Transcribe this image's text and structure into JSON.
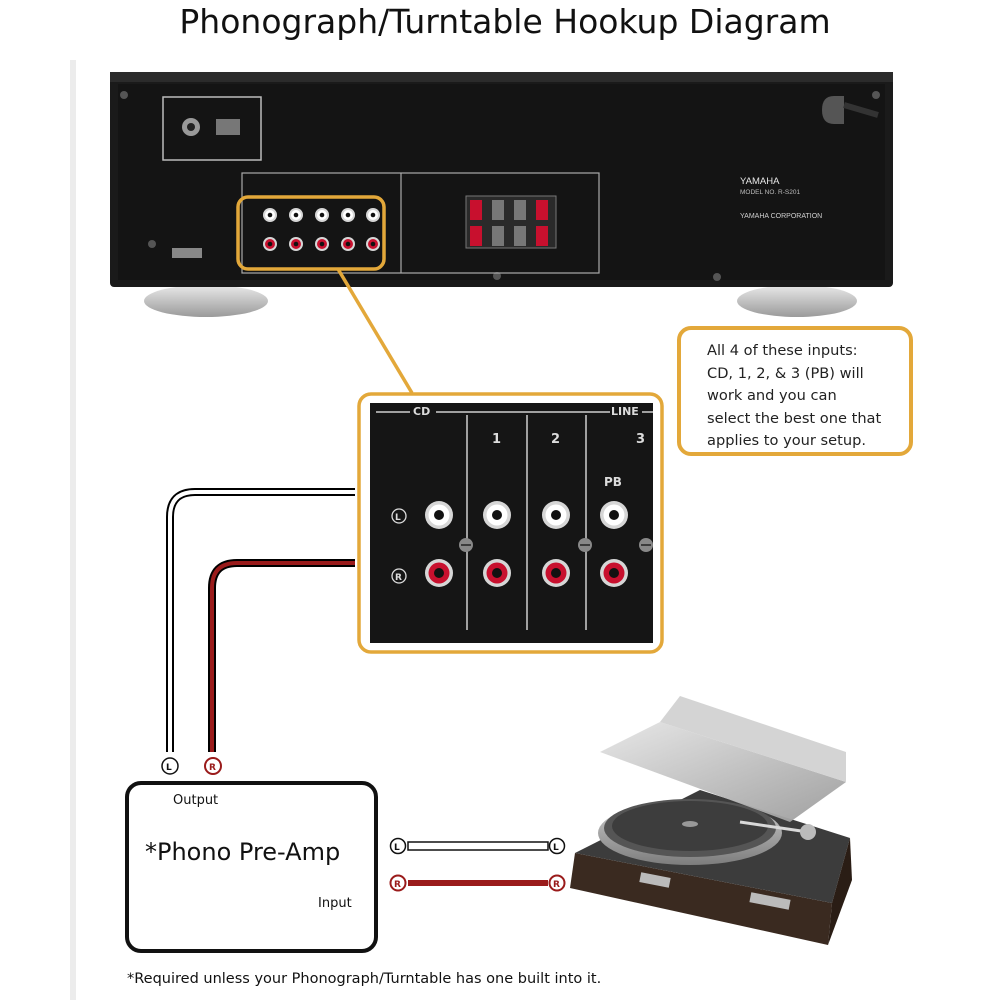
{
  "title": "Phonograph/Turntable Hookup Diagram",
  "callout": {
    "lines": [
      "All 4 of these inputs:",
      "CD, 1, 2, & 3 (PB) will",
      "work and you can",
      "select the best one that",
      "applies to your setup."
    ]
  },
  "receiver": {
    "brand": "YAMAHA",
    "model": "MODEL NO. R-S201",
    "corporation": "YAMAHA CORPORATION"
  },
  "input_panel": {
    "cd_label": "CD",
    "line_label": "LINE",
    "inputs": [
      "1",
      "2",
      "3"
    ],
    "pb_label": "PB",
    "left_symbol": "L",
    "right_symbol": "R"
  },
  "preamp": {
    "output_label": "Output",
    "name": "*Phono Pre-Amp",
    "input_label": "Input"
  },
  "cable_labels": {
    "left": "L",
    "right": "R"
  },
  "footnote": "*Required unless your Phonograph/Turntable has one built into it.",
  "colors": {
    "accent": "#e3a83a",
    "panel": "#151515",
    "jack_red": "#c8102e",
    "cable_red": "#9a1b1b",
    "cable_white": "#ffffff"
  }
}
